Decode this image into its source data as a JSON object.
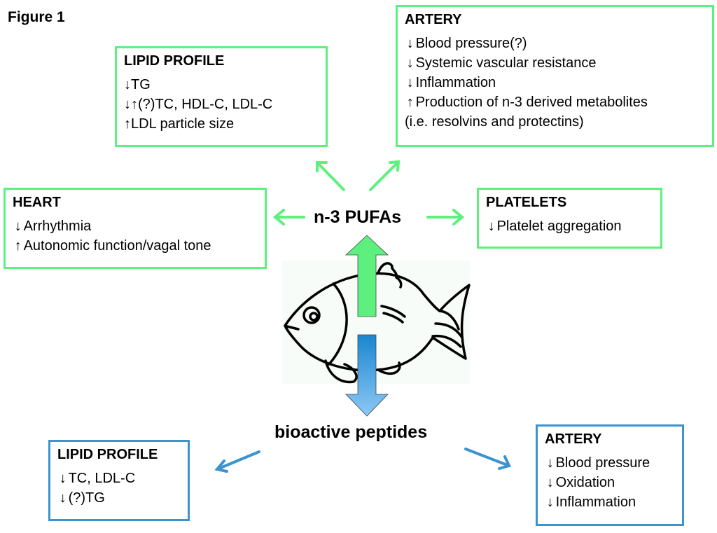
{
  "figure_title": "Figure 1",
  "colors": {
    "green": "#5ef07e",
    "blue": "#3b93cf",
    "blue_light": "#8cc8f5"
  },
  "center": {
    "top_label": "n-3 PUFAs",
    "bottom_label": "bioactive peptides",
    "image": "fish-icon"
  },
  "boxes": {
    "lipid_top": {
      "title": "LIPID PROFILE",
      "lines": [
        {
          "arrows": "↓",
          "text": "TG"
        },
        {
          "arrows": "↓↑",
          "text": "(?)TC, HDL-C, LDL-C"
        },
        {
          "arrows": "↑",
          "text": "LDL particle size"
        }
      ]
    },
    "artery_top": {
      "title": "ARTERY",
      "lines": [
        {
          "arrows": "↓",
          "text": "Blood pressure(?)"
        },
        {
          "arrows": "↓",
          "text": "Systemic vascular resistance"
        },
        {
          "arrows": "↓",
          "text": "Inflammation"
        },
        {
          "arrows": "↑",
          "text": "Production of n-3 derived metabolites"
        },
        {
          "arrows": "",
          "text": "(i.e. resolvins and protectins)"
        }
      ]
    },
    "heart": {
      "title": "HEART",
      "lines": [
        {
          "arrows": "↓",
          "text": "Arrhythmia"
        },
        {
          "arrows": "↑",
          "text": "Autonomic function/vagal tone"
        }
      ]
    },
    "platelets": {
      "title": "PLATELETS",
      "lines": [
        {
          "arrows": "↓",
          "text": "Platelet aggregation"
        }
      ]
    },
    "lipid_bottom": {
      "title": "LIPID PROFILE",
      "lines": [
        {
          "arrows": "↓",
          "text": "TC, LDL-C"
        },
        {
          "arrows": "↓",
          "text": "(?)TG"
        }
      ]
    },
    "artery_bottom": {
      "title": "ARTERY",
      "lines": [
        {
          "arrows": "↓",
          "text": "Blood pressure"
        },
        {
          "arrows": "↓",
          "text": "Oxidation"
        },
        {
          "arrows": "↓",
          "text": "Inflammation"
        }
      ]
    }
  }
}
